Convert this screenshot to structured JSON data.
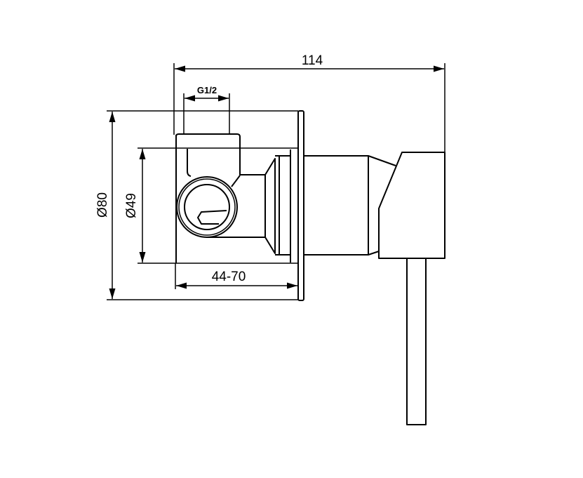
{
  "drawing": {
    "dimensions": {
      "overall_length": "114",
      "inlet_thread": "G1/2",
      "plate_diameter": "Ø80",
      "body_diameter": "Ø49",
      "wall_depth_range": "44-70"
    },
    "colors": {
      "line": "#000000",
      "background": "#ffffff"
    }
  }
}
